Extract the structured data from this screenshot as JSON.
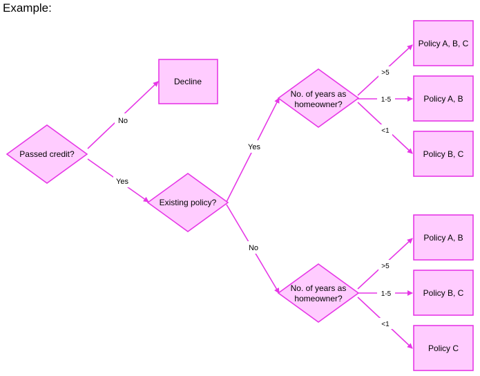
{
  "title": "Example:",
  "colors": {
    "fill": "#ffccff",
    "stroke": "#e637e6",
    "text": "#000000"
  },
  "nodes": {
    "passed_credit": "Passed credit?",
    "decline": "Decline",
    "existing_policy": "Existing policy?",
    "years_top": [
      "No. of years as",
      "homeowner?"
    ],
    "years_bottom": [
      "No. of years as",
      "homeowner?"
    ],
    "top_gt5": "Policy A, B, C",
    "top_1to5": "Policy A, B",
    "top_lt1": "Policy B, C",
    "bottom_gt5": "Policy A, B",
    "bottom_1to5": "Policy B, C",
    "bottom_lt1": "Policy C"
  },
  "edges": {
    "credit_no": "No",
    "credit_yes": "Yes",
    "policy_yes": "Yes",
    "policy_no": "No",
    "top_gt5": ">5",
    "top_1to5": "1-5",
    "top_lt1": "<1",
    "bottom_gt5": ">5",
    "bottom_1to5": "1-5",
    "bottom_lt1": "<1"
  }
}
